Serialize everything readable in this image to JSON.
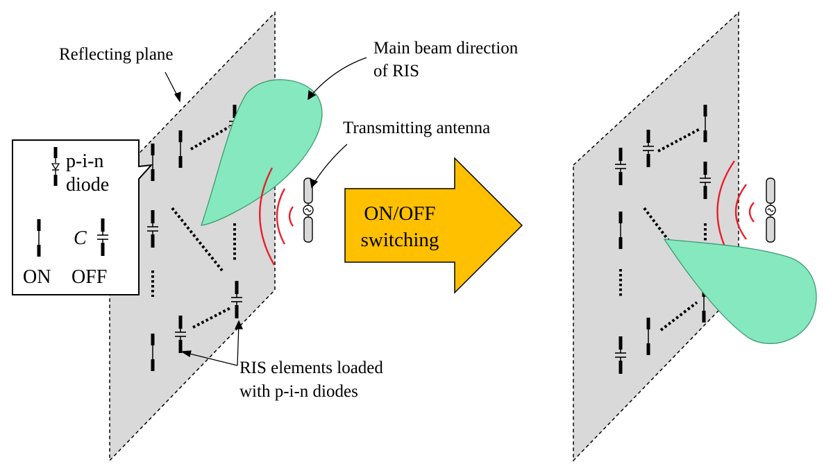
{
  "labels": {
    "reflecting_plane": "Reflecting plane",
    "main_beam_line1": "Main beam direction",
    "main_beam_line2": "of RIS",
    "transmitting_antenna": "Transmitting antenna",
    "ris_elements_line1": "RIS elements loaded",
    "ris_elements_line2": "with p-i-n diodes"
  },
  "legend": {
    "diode_line1": "p-i-n",
    "diode_line2": "diode",
    "capacitor_symbol": "C",
    "on_label": "ON",
    "off_label": "OFF"
  },
  "switch_arrow": {
    "line1": "ON/OFF",
    "line2": "switching"
  },
  "colors": {
    "plane_fill": "#d9d9d9",
    "beam_fill": "#86e8bf",
    "beam_stroke": "#3a9a6e",
    "wave": "#e8202a",
    "arrow_fill": "#ffc000",
    "antenna_fill": "#d9d9d9"
  },
  "icons": {
    "diode": "pin-diode-icon",
    "capacitor": "capacitor-icon",
    "antenna": "dipole-antenna-icon"
  }
}
